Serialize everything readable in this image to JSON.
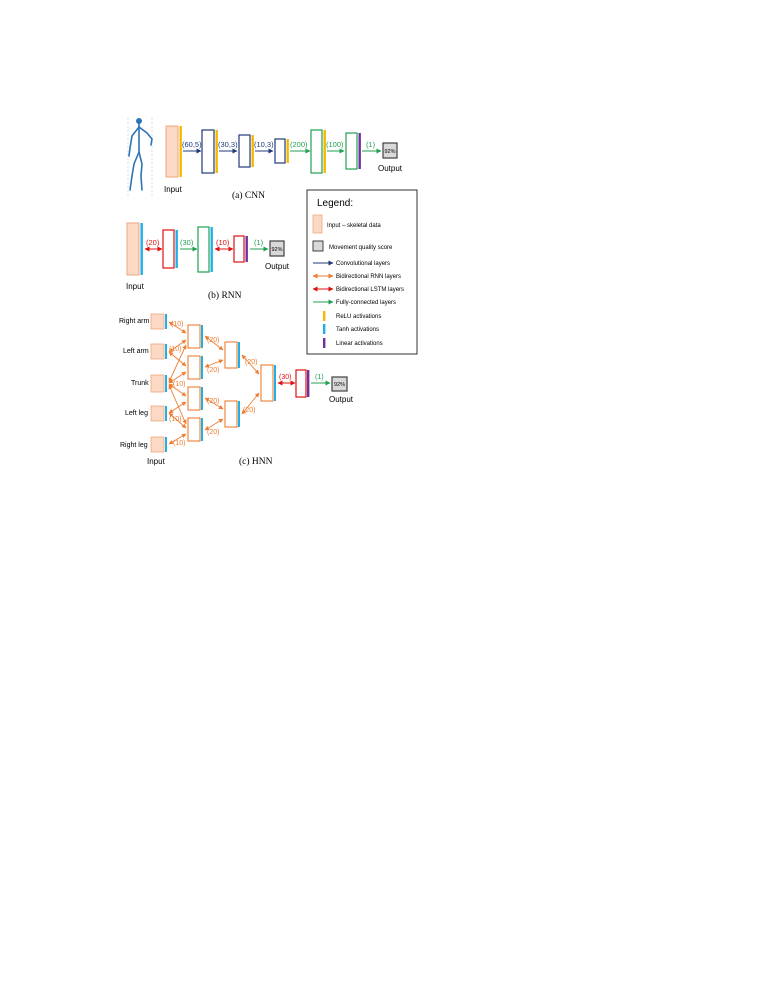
{
  "colors": {
    "input_fill": "#fbd9c4",
    "input_stroke": "#eea780",
    "conv": "#1f3a7a",
    "rnn": "#ed7d31",
    "lstm": "#e01010",
    "fc": "#20a050",
    "relu": "#f5b800",
    "tanh": "#20b0e8",
    "linear": "#7030a0",
    "output_fill": "#d9d9d9",
    "output_stroke": "#404040",
    "skeleton": "#2e75b6"
  },
  "cnn": {
    "caption": "(a)  CNN",
    "input_label": "Input",
    "output_label": "Output",
    "output_score": "92%",
    "arrow_labels": [
      "(60,5)",
      "(30,3)",
      "(10,3)",
      "(200)",
      "(100)",
      "(1)"
    ]
  },
  "rnn": {
    "caption": "(b) RNN",
    "input_label": "Input",
    "output_label": "Output",
    "output_score": "92%",
    "arrow_labels": [
      "(20)",
      "(30)",
      "(10)",
      "(1)"
    ]
  },
  "hnn": {
    "caption": "(c) HNN",
    "input_label": "Input",
    "output_label": "Output",
    "output_score": "92%",
    "parts": [
      "Right arm",
      "Left arm",
      "Trunk",
      "Left leg",
      "Right leg"
    ],
    "l1_labels": [
      "(10)",
      "(10)",
      "(10)",
      "(10)",
      "(10)"
    ],
    "l2_labels": [
      "(20)",
      "(20)",
      "(20)",
      "(20)"
    ],
    "l3_labels": [
      "(20)",
      "(20)"
    ],
    "lstm_label": "(30)",
    "fc_label": "(1)"
  },
  "legend": {
    "title": "Legend:",
    "items": [
      {
        "kind": "input",
        "label": "Input – skeletal data"
      },
      {
        "kind": "output",
        "label": "Movement quality score"
      },
      {
        "kind": "conv",
        "label": "Convolutional layers"
      },
      {
        "kind": "rnn",
        "label": "Bidirectional RNN layers"
      },
      {
        "kind": "lstm",
        "label": "Bidirectional LSTM layers"
      },
      {
        "kind": "fc",
        "label": "Fully-connected layers"
      },
      {
        "kind": "relu",
        "label": "ReLU activations"
      },
      {
        "kind": "tanh",
        "label": "Tanh activations"
      },
      {
        "kind": "linear",
        "label": "Linear activations"
      }
    ]
  }
}
